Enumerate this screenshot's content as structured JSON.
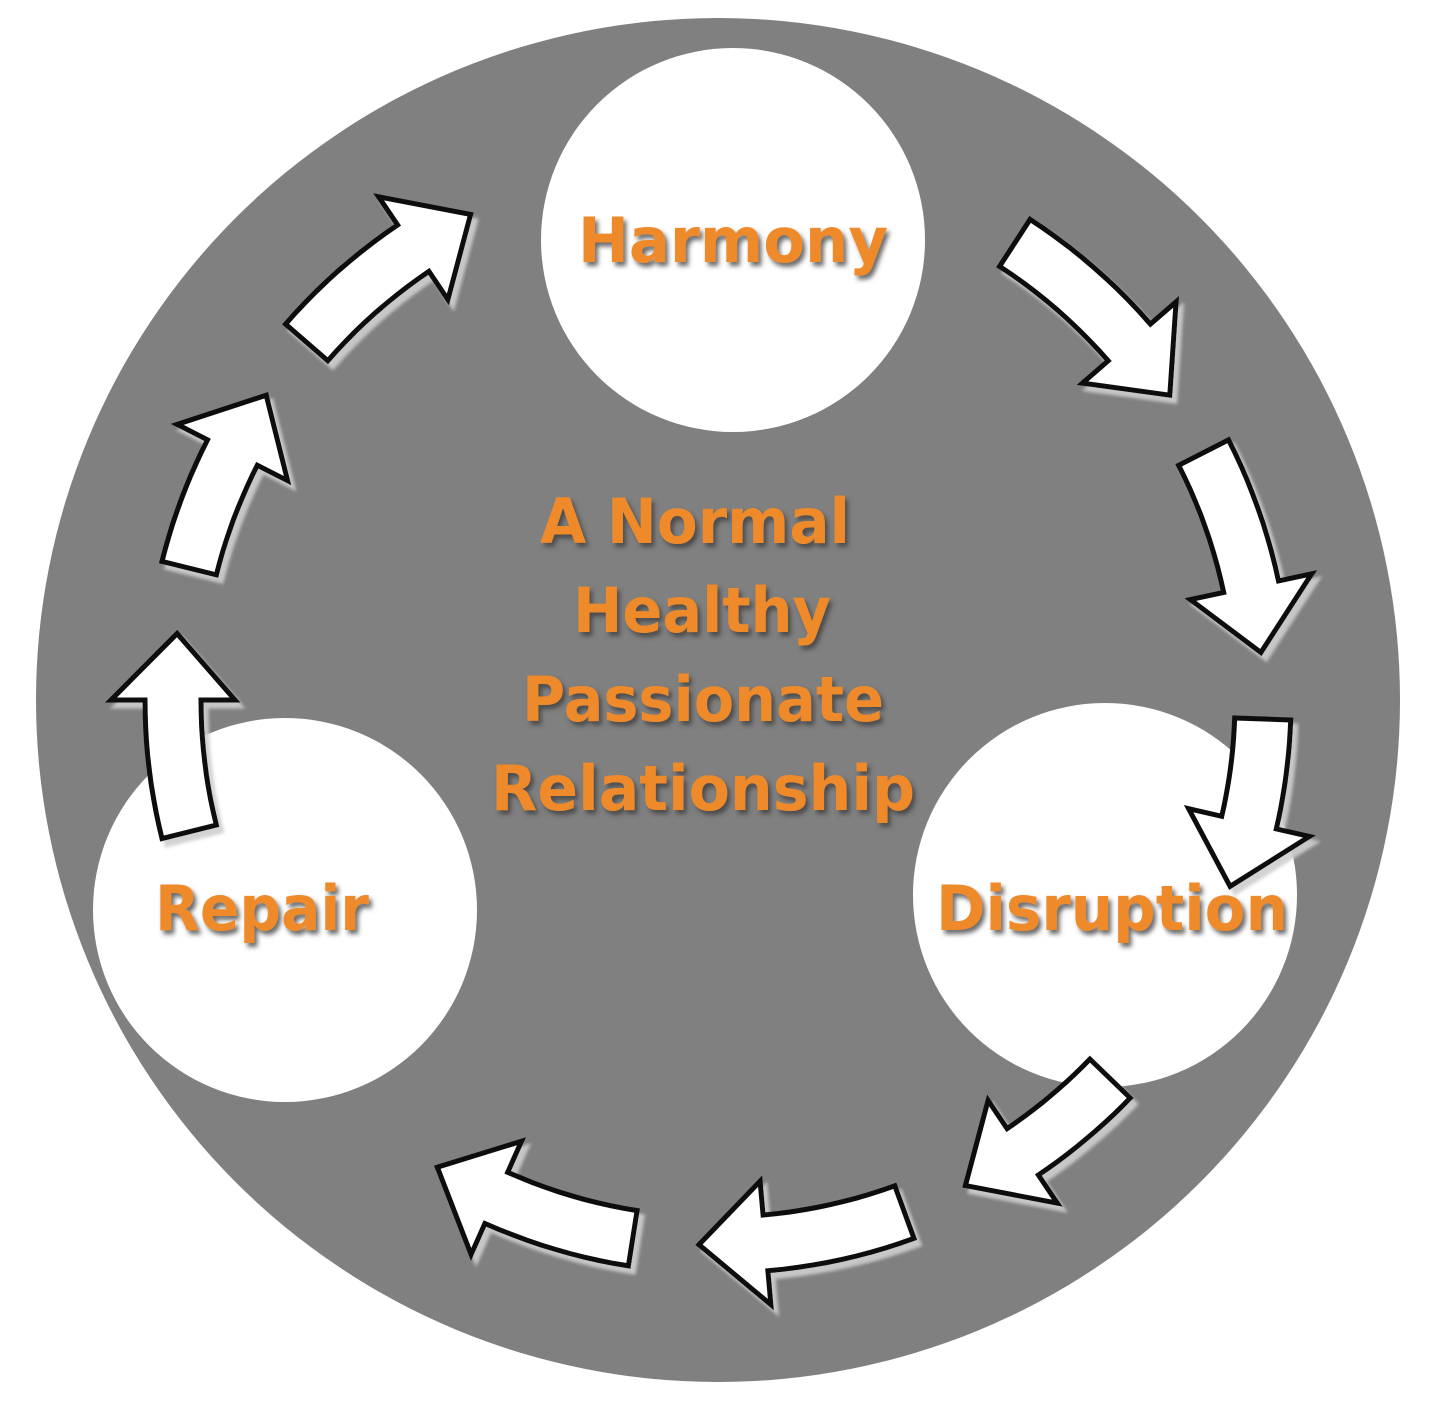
{
  "colors": {
    "background": "#ffffff",
    "disc": "#808080",
    "node": "#ffffff",
    "text": "#ee8a2b",
    "text_shadow": "#444444",
    "arrow_fill": "#ffffff",
    "arrow_stroke": "#111111"
  },
  "diagram": {
    "nodes": [
      {
        "id": "harmony",
        "label": "Harmony"
      },
      {
        "id": "disruption",
        "label": "Disruption"
      },
      {
        "id": "repair",
        "label": "Repair"
      }
    ],
    "center_lines": [
      "A Normal",
      "Healthy",
      "Passionate",
      "Relationship"
    ],
    "cycle": [
      "harmony",
      "disruption",
      "repair",
      "harmony"
    ]
  }
}
